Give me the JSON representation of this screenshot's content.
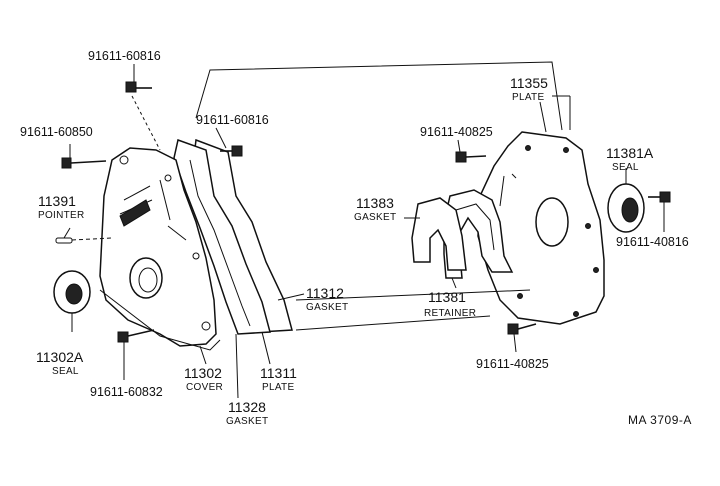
{
  "labels": {
    "bolt_top": "91611-60816",
    "bolt_left": "91611-60850",
    "bolt_mid": "91611-60816",
    "pointer_num": "11391",
    "pointer_name": "POINTER",
    "seal_front_num": "11302A",
    "seal_front_name": "SEAL",
    "bolt_bottom_left": "91611-60832",
    "cover_num": "11302",
    "cover_name": "COVER",
    "gasket_front_num": "11328",
    "gasket_front_name": "GASKET",
    "plate_front_num": "11311",
    "plate_front_name": "PLATE",
    "gasket_mid_num": "11312",
    "gasket_mid_name": "GASKET",
    "bolt_right_top": "91611-40825",
    "gasket_rear_num": "11383",
    "gasket_rear_name": "GASKET",
    "retainer_num": "11381",
    "retainer_name": "RETAINER",
    "bolt_right_bottom": "91611-40825",
    "plate_rear_num": "11355",
    "plate_rear_name": "PLATE",
    "seal_rear_num": "11381A",
    "seal_rear_name": "SEAL",
    "bolt_far_right": "91611-40816",
    "reference": "MA 3709-A"
  }
}
